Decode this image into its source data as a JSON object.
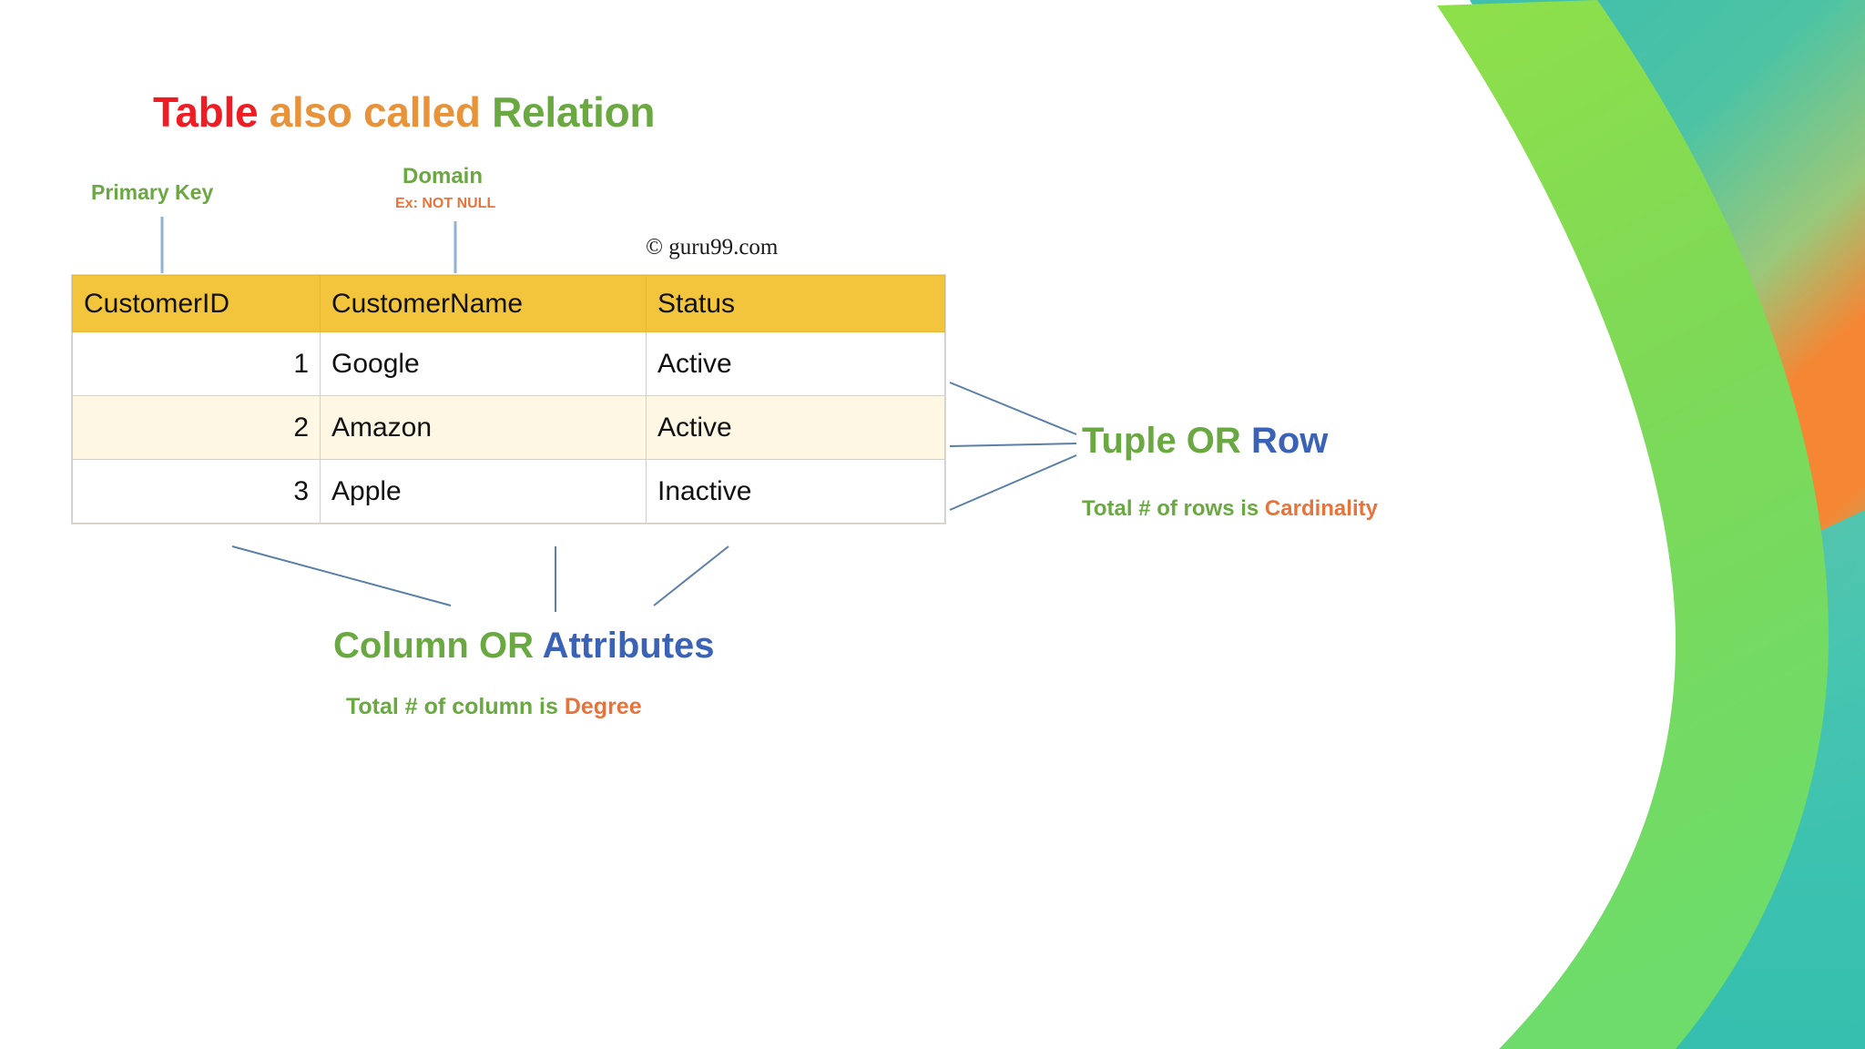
{
  "title": {
    "word1": "Table",
    "word2": "also called",
    "word3": "Relation"
  },
  "labels": {
    "primary_key": "Primary Key",
    "domain": "Domain",
    "domain_example": "Ex: NOT NULL"
  },
  "watermark": "© guru99.com",
  "table": {
    "columns": [
      "CustomerID",
      "CustomerName",
      "Status"
    ],
    "rows": [
      {
        "id": "1",
        "name": "Google",
        "status": "Active"
      },
      {
        "id": "2",
        "name": "Amazon",
        "status": "Active"
      },
      {
        "id": "3",
        "name": "Apple",
        "status": "Inactive"
      }
    ]
  },
  "annotations": {
    "tuple_row": {
      "part1": "Tuple OR",
      "part2": "Row"
    },
    "cardinality": {
      "prefix": "Total # of rows is",
      "term": "Cardinality"
    },
    "column_attributes": {
      "part1": "Column OR",
      "part2": "Attributes"
    },
    "degree": {
      "prefix": "Total # of column is",
      "term": "Degree"
    }
  },
  "colors": {
    "title_table": "#ef1c24",
    "title_also_called": "#e8933a",
    "title_relation": "#6aa842",
    "label_green": "#6aa842",
    "label_orange": "#e8733a",
    "annotation_blue": "#3a63b8",
    "table_header_bg": "#f2c53d",
    "table_alt_row_bg": "#fdf7e3",
    "connector_line": "#5a7fa8",
    "decor_green": "#7ed957",
    "decor_teal": "#3fbfae",
    "decor_orange": "#f58634"
  }
}
